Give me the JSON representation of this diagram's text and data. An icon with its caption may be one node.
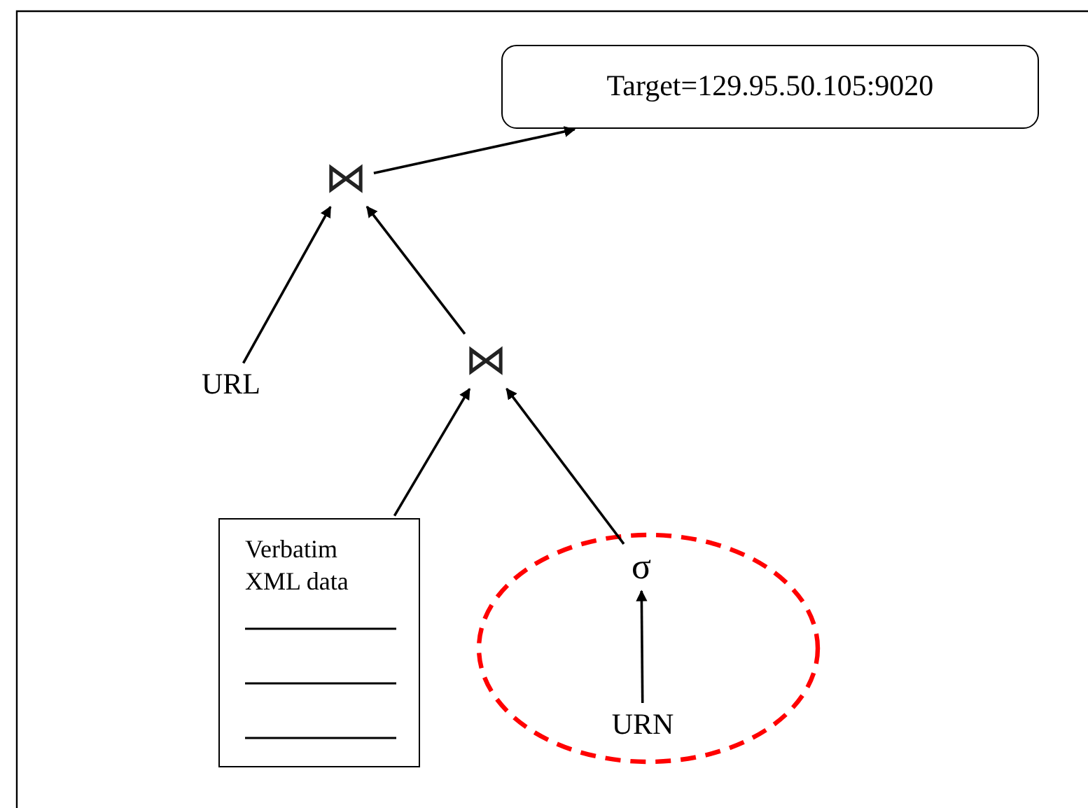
{
  "diagram": {
    "nodes": [
      {
        "text": [
          "Target=129.95.50.105:9020"
        ]
      },
      {
        "text": [
          "⋈"
        ]
      },
      {
        "text": [
          "URL"
        ]
      },
      {
        "text": [
          "⋈"
        ]
      },
      {
        "text": [
          "Verbatim XML data"
        ]
      },
      {
        "text": [],
        "shape": "ellipse"
      },
      {
        "text": [
          "σ"
        ],
        "in": 5
      },
      {
        "text": [
          "URN"
        ],
        "in": 5
      }
    ],
    "edges": [
      {
        "from": 1,
        "to": 0,
        "arrow": "to"
      },
      {
        "from": 2,
        "to": 1,
        "arrow": "to"
      },
      {
        "from": 3,
        "to": 1,
        "arrow": "to"
      },
      {
        "from": 4,
        "to": 3,
        "arrow": "to"
      },
      {
        "from": 6,
        "to": 3,
        "arrow": "to"
      },
      {
        "from": 7,
        "to": 6,
        "arrow": "to"
      }
    ]
  }
}
